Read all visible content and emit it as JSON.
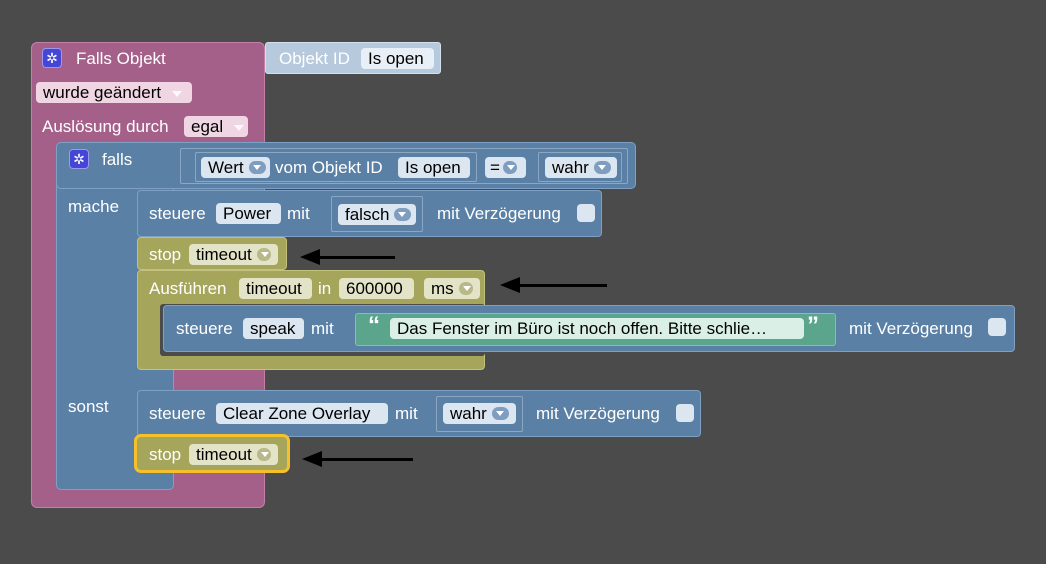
{
  "trigger": {
    "title": "Falls Objekt",
    "object_label": "Objekt ID",
    "object_value": "Is open",
    "change_mode": "wurde geändert",
    "trigger_by_label": "Auslösung durch",
    "trigger_by_value": "egal"
  },
  "if_block": {
    "label": "falls",
    "then_label": "mache",
    "else_label": "sonst",
    "condition": {
      "property": "Wert",
      "from_label": "vom Objekt ID",
      "object": "Is open",
      "operator": "=",
      "value": "wahr"
    }
  },
  "then_actions": {
    "set_power": {
      "label": "steuere",
      "target": "Power",
      "with_label": "mit",
      "value": "falsch",
      "delay_label": "mit Verzögerung"
    },
    "stop_timeout": {
      "label": "stop",
      "name": "timeout"
    },
    "run_timeout": {
      "label": "Ausführen",
      "name": "timeout",
      "in_label": "in",
      "duration": "600000",
      "unit": "ms"
    },
    "set_speak": {
      "label": "steuere",
      "target": "speak",
      "with_label": "mit",
      "open_quote": "“",
      "text": "Das Fenster im Büro ist noch offen. Bitte schlie…",
      "close_quote": "”",
      "delay_label": "mit Verzögerung"
    }
  },
  "else_actions": {
    "set_overlay": {
      "label": "steuere",
      "target": "Clear Zone Overlay",
      "with_label": "mit",
      "value": "wahr",
      "delay_label": "mit Verzögerung"
    },
    "stop_timeout": {
      "label": "stop",
      "name": "timeout"
    }
  }
}
